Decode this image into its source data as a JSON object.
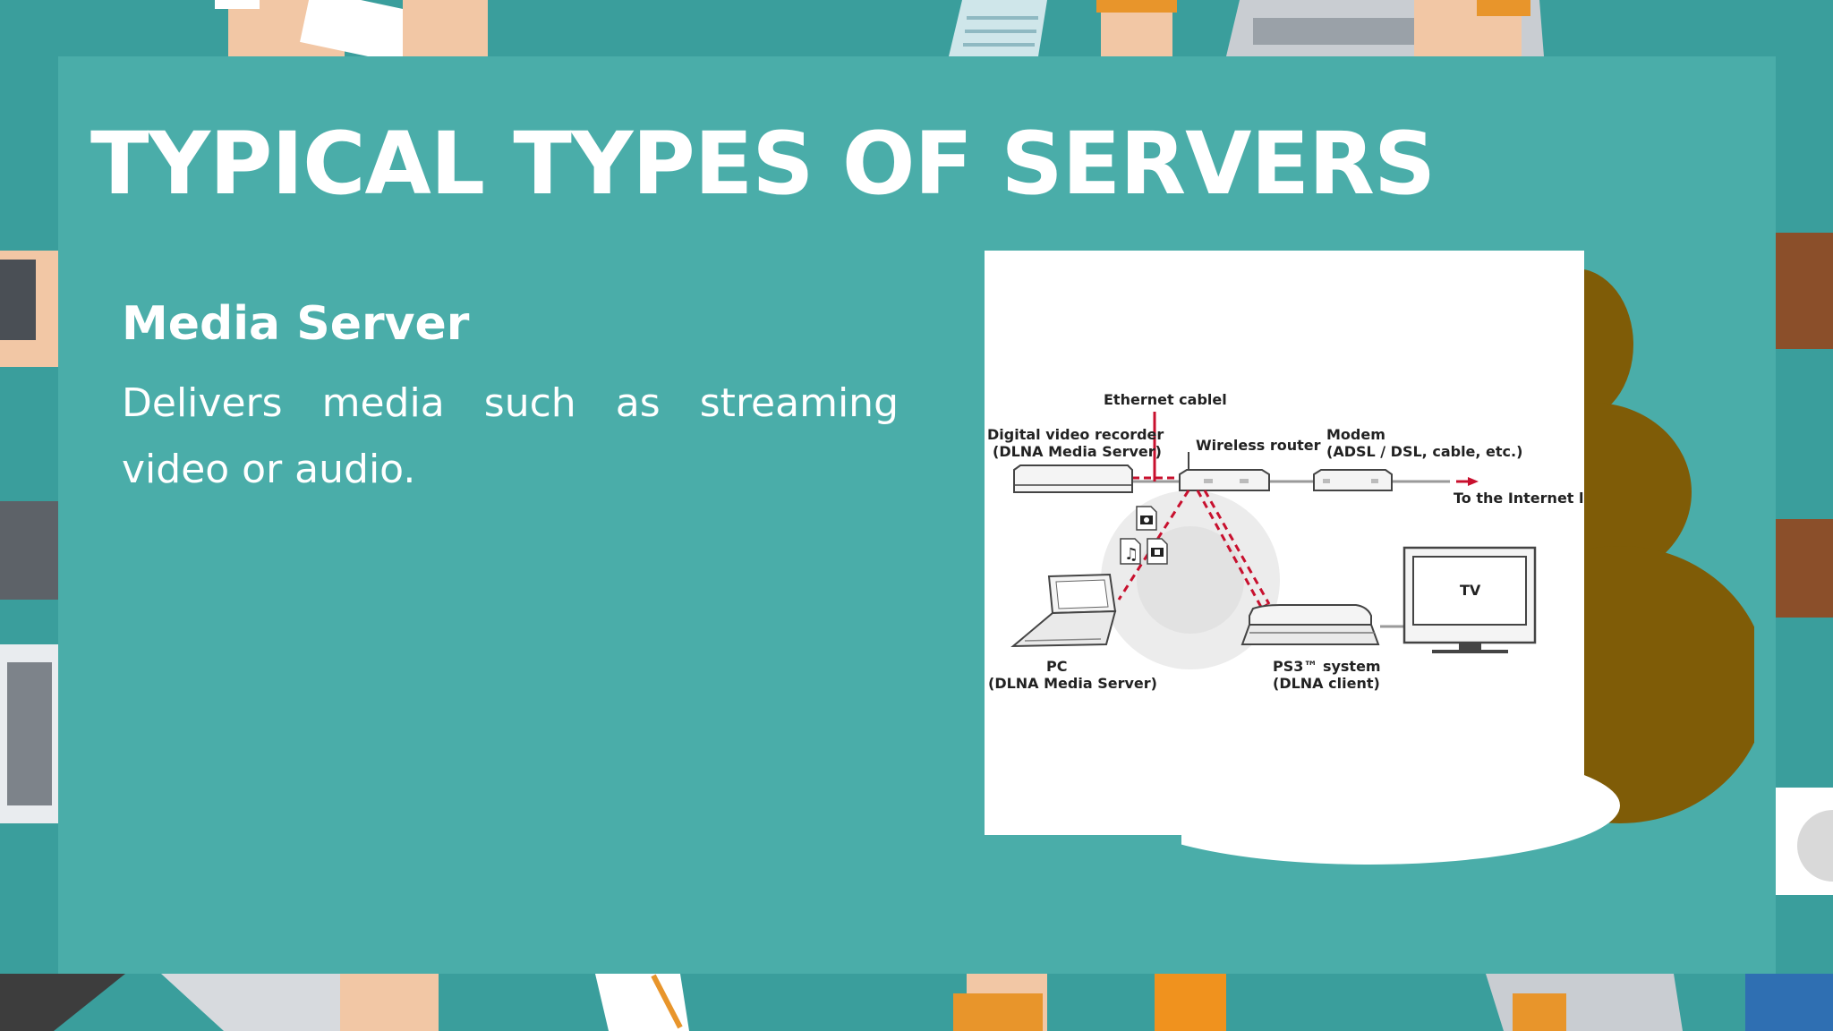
{
  "slide": {
    "title": "TYPICAL TYPES OF SERVERS",
    "subtitle": "Media Server",
    "description": "Delivers media such as streaming video or audio."
  },
  "diagram": {
    "labels": {
      "ethernet_cable": "Ethernet cablel",
      "dvr_line1": "Digital video recorder",
      "dvr_line2": "(DLNA Media Server)",
      "router": "Wireless router",
      "modem_line1": "Modem",
      "modem_line2": "(ADSL / DSL, cable, etc.)",
      "internet": "To the Internet line",
      "tv": "TV",
      "pc_line1": "PC",
      "pc_line2": "(DLNA Media Server)",
      "ps3_line1": "PS3™ system",
      "ps3_line2": "(DLNA client)"
    },
    "icons": [
      "camera-icon",
      "music-note-icon",
      "film-icon"
    ]
  },
  "colors": {
    "background": "#3a9e9c",
    "panel": "#4aada9",
    "blob": "#7f5c07",
    "accent_red": "#c8102e"
  }
}
